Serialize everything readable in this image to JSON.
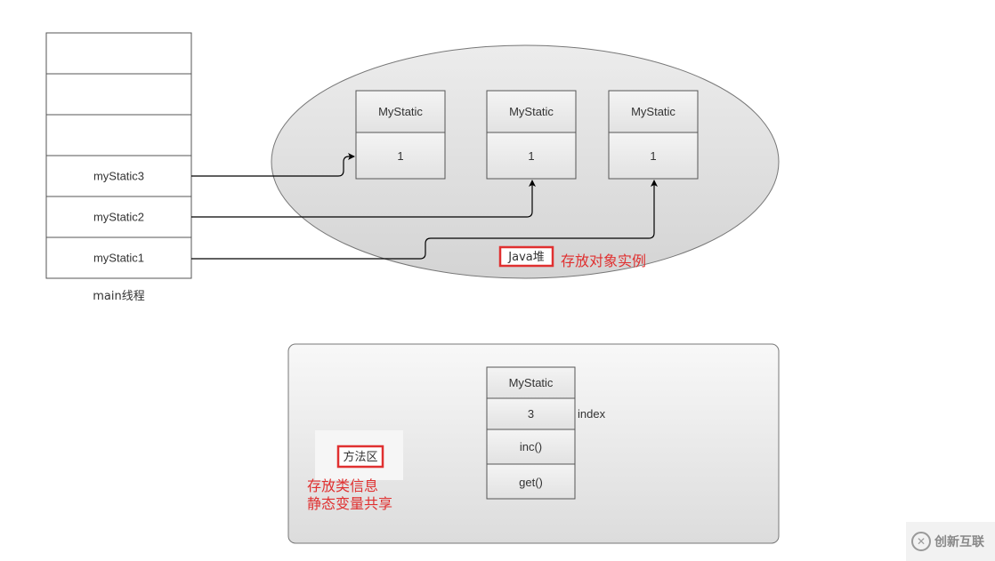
{
  "thread": {
    "title": "main线程",
    "slots": [
      "",
      "",
      "",
      "myStatic3",
      "myStatic2",
      "myStatic1"
    ]
  },
  "heap": {
    "label": "Java堆",
    "note": "存放对象实例",
    "objects": [
      {
        "class_name": "MyStatic",
        "value": "1"
      },
      {
        "class_name": "MyStatic",
        "value": "1"
      },
      {
        "class_name": "MyStatic",
        "value": "1"
      }
    ]
  },
  "method_area": {
    "label": "方法区",
    "note_line1": "存放类信息",
    "note_line2": "静态变量共享",
    "class_box": {
      "class_name": "MyStatic",
      "field_value": "3",
      "field_name": "index",
      "methods": [
        "inc()",
        "get()"
      ]
    }
  },
  "references": [
    {
      "from": "myStatic3",
      "to_object": 0
    },
    {
      "from": "myStatic2",
      "to_object": 1
    },
    {
      "from": "myStatic1",
      "to_object": 2
    }
  ],
  "watermark": {
    "name": "创新互联",
    "logo_icon": "chuangxin-logo-icon"
  }
}
